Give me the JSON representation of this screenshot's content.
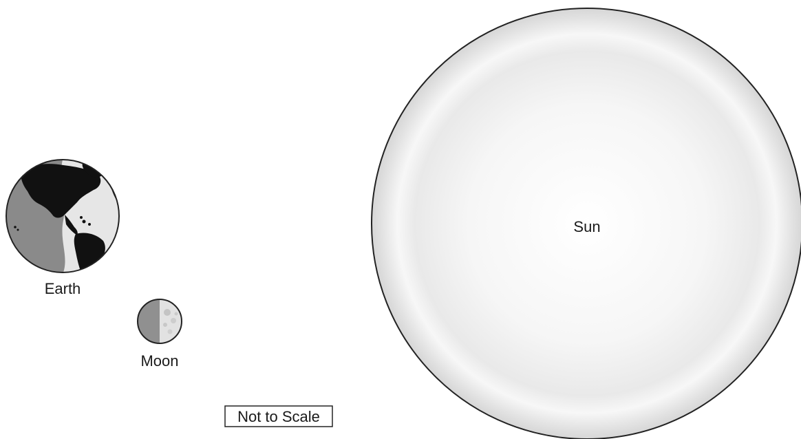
{
  "bodies": {
    "sun": {
      "label": "Sun"
    },
    "earth": {
      "label": "Earth"
    },
    "moon": {
      "label": "Moon"
    }
  },
  "scale_note": "Not to Scale",
  "colors": {
    "outline": "#222222",
    "earth_night": "#8a8a8a",
    "earth_day": "#e6e6e6",
    "land_dark": "#111111",
    "land_light": "#1c1c1c",
    "moon_dark": "#909090",
    "moon_light": "#e2e2e2",
    "sun_center": "#fdfdfd",
    "sun_edge": "#e4e4e4"
  }
}
